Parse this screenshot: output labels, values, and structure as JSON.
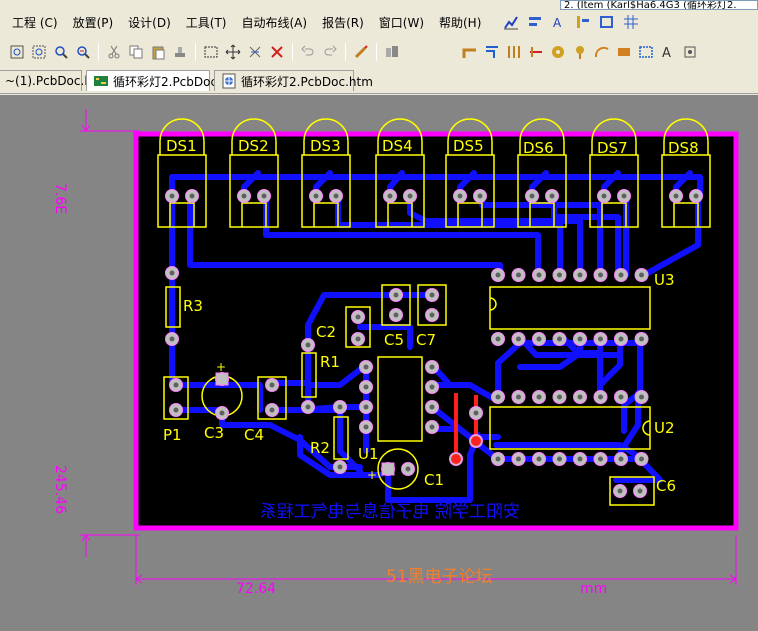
{
  "app": {
    "doc_path": "2. (Item (Karl$Ha6.4G3 (循环彩灯2."
  },
  "menu": {
    "items": [
      {
        "label": "工程 (C)"
      },
      {
        "label": "放置(P)"
      },
      {
        "label": "设计(D)"
      },
      {
        "label": "工具(T)"
      },
      {
        "label": "自动布线(A)"
      },
      {
        "label": "报告(R)"
      },
      {
        "label": "窗口(W)"
      },
      {
        "label": "帮助(H)"
      }
    ]
  },
  "tabs": [
    {
      "label": "~(1).PcbDoc.htm"
    },
    {
      "label": "循环彩灯2.PcbDoc"
    },
    {
      "label": "循环彩灯2.PcbDoc.htm"
    }
  ],
  "board": {
    "designators": {
      "leds": [
        "DS1",
        "DS2",
        "DS3",
        "DS4",
        "DS5",
        "DS6",
        "DS7",
        "DS8"
      ],
      "r3": "R3",
      "r1": "R1",
      "r2": "R2",
      "c2": "C2",
      "c5": "C5",
      "c7": "C7",
      "c3": "C3",
      "c4": "C4",
      "c1": "C1",
      "c6": "C6",
      "p1": "P1",
      "u1": "U1",
      "u2": "U2",
      "u3": "U3",
      "plus_c3": "+",
      "plus_c1": "+"
    },
    "bottom_text": "安阳工学院 电子信息与电气工程系",
    "dim_left_top": "7.6E",
    "dim_left_mid": "245.46",
    "dim_bottom_left": "72.64",
    "dim_bottom_right": "mm",
    "watermark": "51黑电子论坛"
  },
  "colors": {
    "board_bg": "#000000",
    "outline": "#ff00ff",
    "silkscreen": "#ffff00",
    "bottom_layer": "#0000ff",
    "top_layer": "#ff0000",
    "pad": "#c0c0c0",
    "watermark": "#f08030"
  }
}
